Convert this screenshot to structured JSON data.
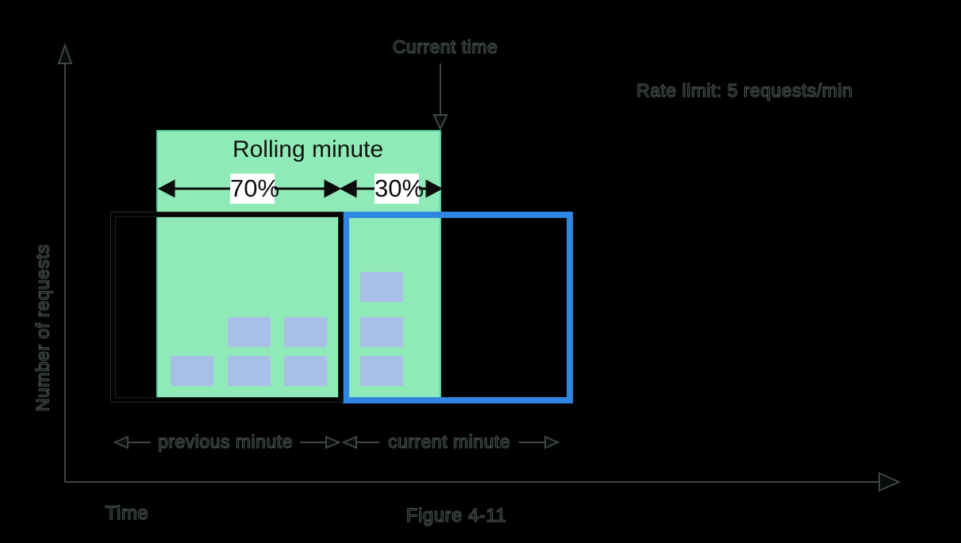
{
  "annotations": {
    "current_time": "Current time",
    "rate_limit": "Rate limit: 5 requests/min"
  },
  "axes": {
    "y_label": "Number of requests",
    "x_label": "Time"
  },
  "figure_caption": "Figure 4-11",
  "rolling_window": {
    "label": "Rolling minute",
    "previous_portion_label": "70%",
    "current_portion_label": "30%"
  },
  "minute_windows": {
    "previous": {
      "label": "previous minute",
      "request_count": 5
    },
    "current": {
      "label": "current minute",
      "request_count": 3
    }
  },
  "colors": {
    "background": "#000000",
    "rolling_window_fill": "#8FEAB7",
    "rolling_window_border": "#55D09B",
    "previous_window_border": "#000000",
    "current_window_border": "#2E86E1",
    "request_block": "#A8C0E5",
    "percent_chip_bg": "#FFFFFF",
    "ghost_text_outline": "#49544D"
  }
}
